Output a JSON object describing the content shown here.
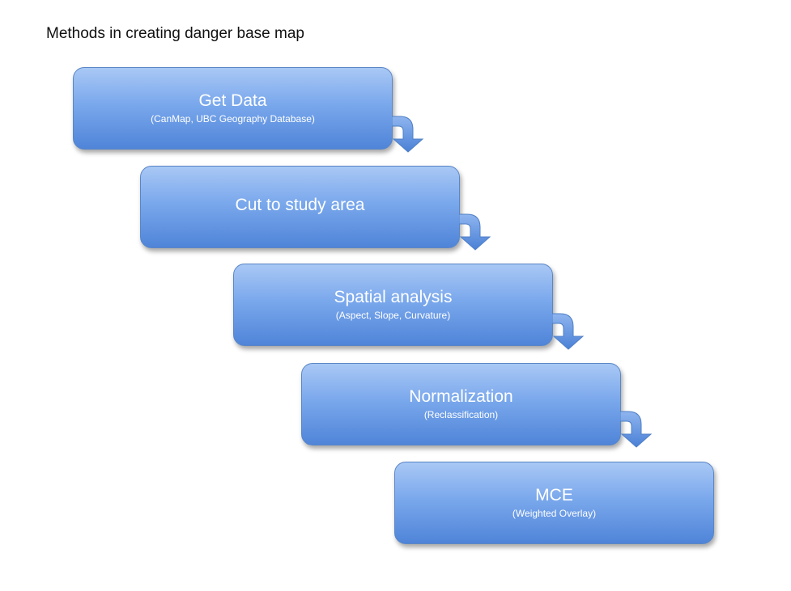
{
  "title": "Methods in creating danger base map",
  "steps": [
    {
      "label": "Get Data",
      "sublabel": "(CanMap, UBC Geography Database)"
    },
    {
      "label": "Cut to study area",
      "sublabel": ""
    },
    {
      "label": "Spatial analysis",
      "sublabel": "(Aspect, Slope, Curvature)"
    },
    {
      "label": "Normalization",
      "sublabel": "(Reclassification)"
    },
    {
      "label": "MCE",
      "sublabel": "(Weighted Overlay)"
    }
  ],
  "colors": {
    "box_top": "#a9c8f5",
    "box_bottom": "#4f84d8",
    "arrow": "#5b8fdc",
    "text": "#ffffff"
  },
  "icons": [
    "curved-down-arrow-icon"
  ]
}
